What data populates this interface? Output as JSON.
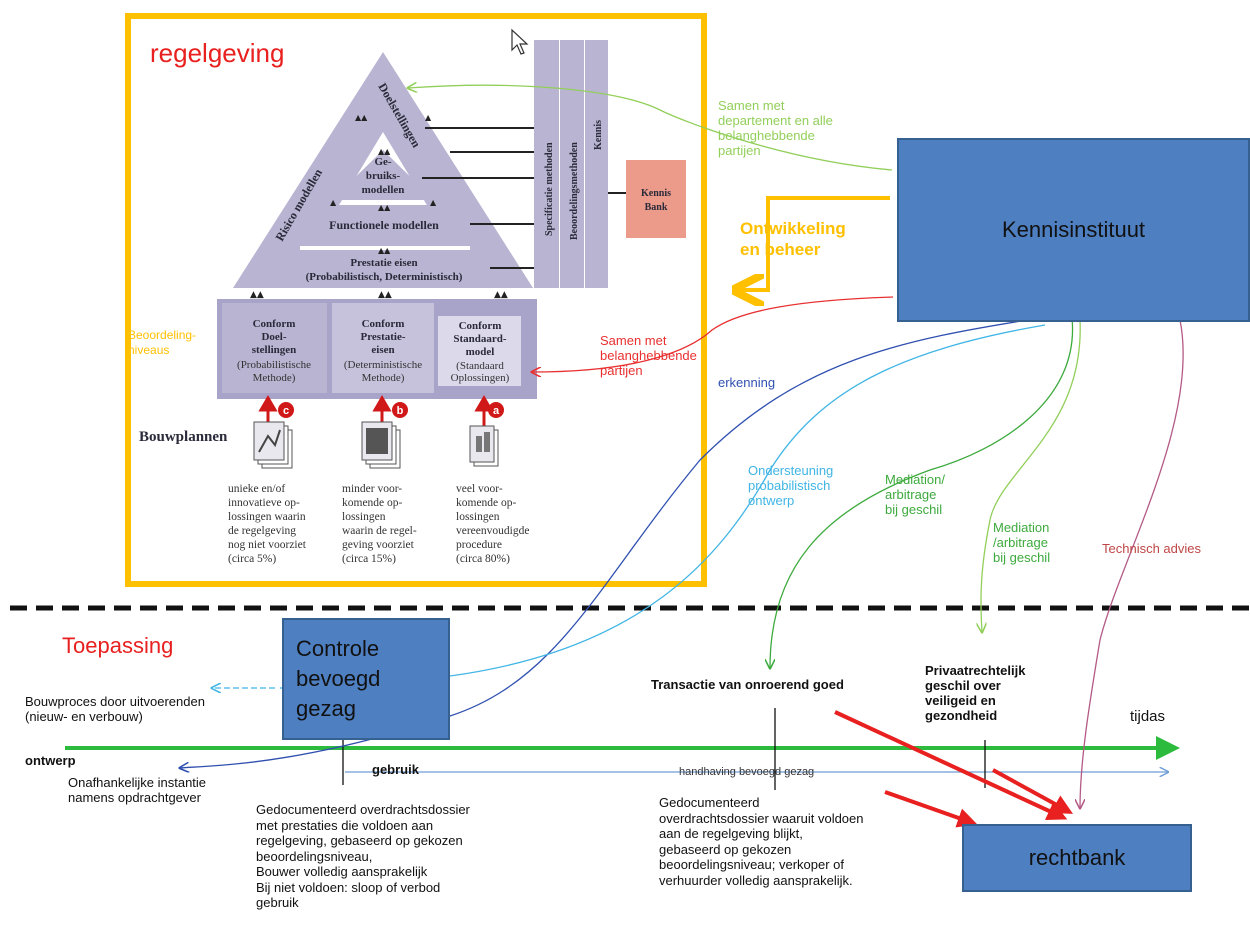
{
  "colors": {
    "frame": "#ffc000",
    "blue_box": "#4e7fc1",
    "pyramid": "#b8b4d1",
    "kennisbank": "#ec9a8a",
    "green_dark": "#3daa3d",
    "green_light": "#92cf5a",
    "red": "#e83030",
    "purple": "#b35a86",
    "cyan": "#41b5e5",
    "navy": "#3050b0",
    "timeline": "#2dbb3d"
  },
  "regelgeving": {
    "title": "regelgeving",
    "pyramid": {
      "doelstellingen": "Doelstellingen",
      "risico": "Risico modellen",
      "gebruiks_1": "Ge-",
      "gebruiks_2": "bruiks-",
      "gebruiks_3": "modellen",
      "functionele": "Functionele modellen",
      "prestatie_1": "Prestatie eisen",
      "prestatie_2": "(Probabilistisch, Deterministisch)"
    },
    "columns": [
      "Specificatie methoden",
      "Beoordelingsmethoden",
      "Kennis"
    ],
    "kennisbank": [
      "Kennis",
      "Bank"
    ],
    "levels": [
      {
        "title": [
          "Conform",
          "Doel-",
          "stellingen"
        ],
        "sub": [
          "(Probabilistische",
          "Methode)"
        ]
      },
      {
        "title": [
          "Conform",
          "Prestatie-",
          "eisen"
        ],
        "sub": [
          "(Deterministische",
          "Methode)"
        ]
      },
      {
        "title": [
          "Conform",
          "Standaard-",
          "model"
        ],
        "sub": [
          "(Standaard",
          "Oplossingen)"
        ]
      }
    ],
    "badges": [
      "c",
      "b",
      "a"
    ],
    "bouwplannen": "Bouwplannen",
    "descriptions": [
      "unieke en/of\ninnovatieve op-\nlossingen waarin\nde regelgeving\nnog niet voorziet\n(circa 5%)",
      "minder voor-\nkomende op-\nlossingen\nwaarin de regel-\ngeving voorziet\n(circa 15%)",
      "veel voor-\nkomende op-\nlossingen\nvereenvoudigde\nprocedure\n(circa 80%)"
    ],
    "beoordeling": "Beoordeling-\nniveaus"
  },
  "labels": {
    "samen_departement": "Samen met\ndepartement  en alle\nbelanghebbende\npartijen",
    "ontwikkeling": "Ontwikkeling\nen beheer",
    "samen_belang": "Samen met\nbelanghebbende\npartijen",
    "erkenning": "erkenning",
    "ondersteuning": "Ondersteuning\nprobabilistisch\nontwerp",
    "mediation1": "Mediation/\narbitrage\nbij geschil",
    "mediation2": "Mediation\n/arbitrage\nbij geschil",
    "technisch": "Technisch advies",
    "toepassing": "Toepassing",
    "bouwproces": "Bouwproces door uitvoerenden\n(nieuw- en verbouw)",
    "ontwerp": "ontwerp",
    "onafhankelijke": "Onafhankelijke instantie\nnamens opdrachtgever",
    "gebruik": "gebruik",
    "handhaving": "handhaving bevoegd gezag",
    "tijdas": "tijdas",
    "transactie": "Transactie van onroerend goed",
    "privaat": "Privaatrechtelijk\ngeschil over\nveiligeid en\ngezondheid",
    "dossier1": "Gedocumenteerd overdrachtsdossier\nmet  prestaties die voldoen aan\nregelgeving, gebaseerd op  gekozen\nbeoordelingsniveau,\nBouwer volledig aansprakelijk\nBij niet voldoen: sloop of verbod\ngebruik",
    "dossier2": "Gedocumenteerd\noverdrachtsdossier waaruit voldoen\naan de regelgeving blijkt,\ngebaseerd op gekozen\nbeoordelingsniveau; verkoper of\nverhuurder volledig aansprakelijk."
  },
  "boxes": {
    "kennisinstituut": "Kennisinstituut",
    "controle": "Controle\nbevoegd\ngezag",
    "rechtbank": "rechtbank"
  }
}
